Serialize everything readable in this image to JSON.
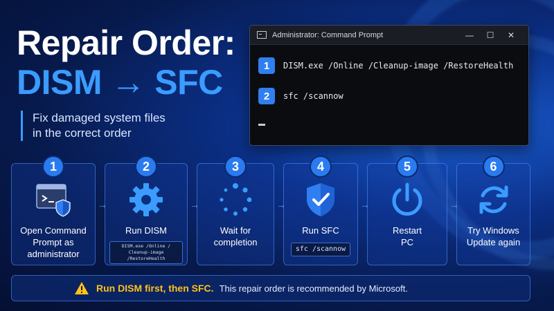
{
  "title": {
    "line1": "Repair Order:",
    "line2": "DISM → SFC"
  },
  "subtitle": {
    "line1": "Fix damaged system files",
    "line2": "in the correct order"
  },
  "cmd": {
    "window_title": "Administrator: Command Prompt",
    "controls": {
      "minimize": "—",
      "maximize": "☐",
      "close": "✕"
    },
    "lines": [
      {
        "num": "1",
        "text": "DISM.exe /Online /Cleanup-image /RestoreHealth"
      },
      {
        "num": "2",
        "text": "sfc /scannow"
      }
    ]
  },
  "steps": [
    {
      "num": "1",
      "icon": "admin-terminal-shield-icon",
      "label": [
        "Open Command",
        "Prompt as",
        "administrator"
      ]
    },
    {
      "num": "2",
      "icon": "gear-icon",
      "label": [
        "Run DISM"
      ],
      "code": [
        "DISM.exe /Online /",
        "Cleanup-image /RestoreHealth"
      ]
    },
    {
      "num": "3",
      "icon": "loading-spinner-icon",
      "label": [
        "Wait for",
        "completion"
      ]
    },
    {
      "num": "4",
      "icon": "shield-check-icon",
      "label": [
        "Run SFC"
      ],
      "code": [
        "sfc /scannow"
      ]
    },
    {
      "num": "5",
      "icon": "power-icon",
      "label": [
        "Restart",
        "PC"
      ]
    },
    {
      "num": "6",
      "icon": "refresh-icon",
      "label": [
        "Try Windows",
        "Update again"
      ]
    }
  ],
  "arrow_glyph": "→",
  "banner": {
    "icon": "warning-icon",
    "strong": "Run DISM first, then SFC.",
    "rest": "This repair order is recommended by Microsoft."
  },
  "colors": {
    "accent": "#3b9cff",
    "warning": "#ffc21a",
    "badge": "#2a7bf0"
  }
}
